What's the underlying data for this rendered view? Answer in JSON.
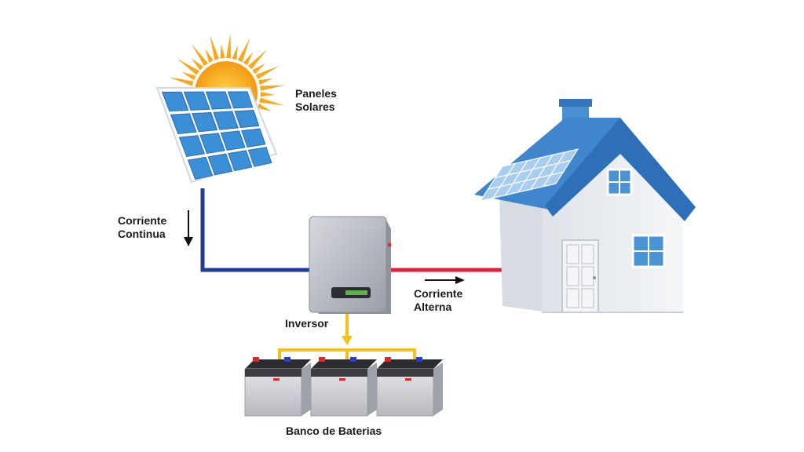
{
  "labels": {
    "panels": {
      "line1": "Paneles",
      "line2": "Solares"
    },
    "dc_current": {
      "line1": "Corriente",
      "line2": "Continua"
    },
    "ac_current": {
      "line1": "Corriente",
      "line2": "Alterna"
    },
    "inverter": "Inversor",
    "battery_bank": "Banco de Baterias"
  },
  "colors": {
    "dc_wire": "#1f3b9c",
    "ac_wire": "#e0203a",
    "battery_wire": "#f2c21b",
    "sun": "#f7a81b",
    "panel": "#3a8fd6",
    "roof": "#3f86cc",
    "house_wall": "#e9edf2",
    "inverter_body": "#b9bcc4"
  },
  "icons": [
    "sun-icon",
    "solar-panel-icon",
    "house-icon",
    "inverter-icon",
    "battery-icon"
  ]
}
